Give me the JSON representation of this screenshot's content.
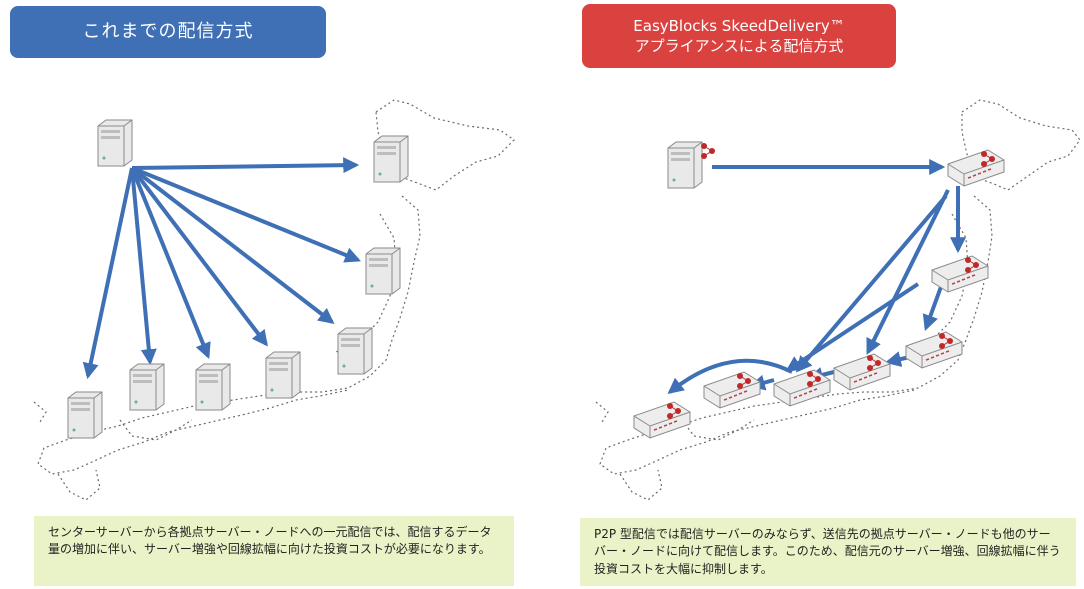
{
  "left": {
    "title": "これまでの配信方式",
    "caption": "センターサーバーから各拠点サーバー・ノードへの一元配信では、配信するデータ量の増加に伴い、サーバー増強や回線拡幅に向けた投資コストが必要になります。"
  },
  "right": {
    "title_line1": "EasyBlocks SkeedDelivery™",
    "title_line2": "アプライアンスによる配信方式",
    "caption": "P2P 型配信では配信サーバーのみならず、送信先の拠点サーバー・ノードも他のサーバー・ノードに向けて配信します。このため、配信元のサーバー増強、回線拡幅に伴う投資コストを大幅に抑制します。"
  },
  "colors": {
    "blue": "#3f6fb5",
    "red": "#d9423f",
    "caption_bg": "#eaf3c7",
    "arrow": "#3f6fb5",
    "node_dot": "#c0282a"
  },
  "icons": [
    "server-icon",
    "appliance-icon",
    "arrow-icon",
    "japan-map"
  ]
}
